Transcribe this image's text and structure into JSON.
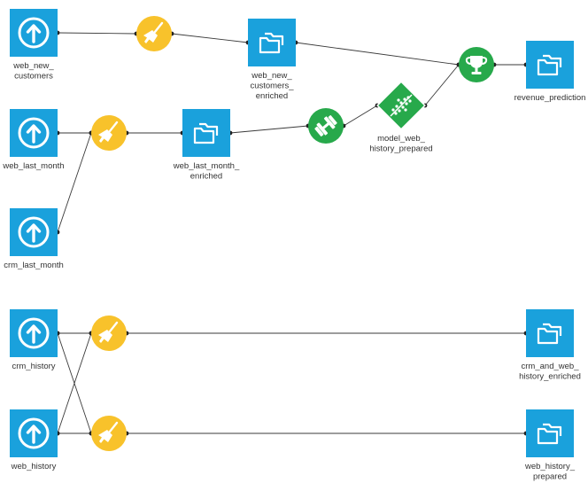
{
  "colors": {
    "dataset": "#1aa1dc",
    "recipe_prepare": "#f8c22b",
    "recipe_ml": "#27a94b",
    "edge": "#3a3a3a",
    "label": "#333333"
  },
  "nodes": {
    "web_new_customers": {
      "type": "upload-dataset",
      "icon": "upload-arrow-icon",
      "label_lines": [
        "web_new_",
        "customers"
      ]
    },
    "prep_new_customers": {
      "type": "prepare-recipe",
      "icon": "broom-icon",
      "label_lines": []
    },
    "web_new_customers_enriched": {
      "type": "managed-dataset",
      "icon": "folder-icon",
      "label_lines": [
        "web_new_",
        "customers_",
        "enriched"
      ]
    },
    "web_last_month": {
      "type": "upload-dataset",
      "icon": "upload-arrow-icon",
      "label_lines": [
        "web_last_month"
      ]
    },
    "crm_last_month": {
      "type": "upload-dataset",
      "icon": "upload-arrow-icon",
      "label_lines": [
        "crm_last_month"
      ]
    },
    "prep_last_month": {
      "type": "prepare-recipe",
      "icon": "broom-icon",
      "label_lines": []
    },
    "web_last_month_enriched": {
      "type": "managed-dataset",
      "icon": "folder-icon",
      "label_lines": [
        "web_last_month_",
        "enriched"
      ]
    },
    "train_recipe": {
      "type": "train-recipe",
      "icon": "dumbbell-icon",
      "label_lines": []
    },
    "model_web_history_prepared": {
      "type": "saved-model",
      "icon": "model-diamond-icon",
      "label_lines": [
        "model_web_",
        "history_prepared"
      ]
    },
    "score_recipe": {
      "type": "score-recipe",
      "icon": "trophy-icon",
      "label_lines": []
    },
    "revenue_prediction": {
      "type": "managed-dataset",
      "icon": "folder-icon",
      "label_lines": [
        "revenue_prediction"
      ]
    },
    "crm_history": {
      "type": "upload-dataset",
      "icon": "upload-arrow-icon",
      "label_lines": [
        "crm_history"
      ]
    },
    "web_history": {
      "type": "upload-dataset",
      "icon": "upload-arrow-icon",
      "label_lines": [
        "web_history"
      ]
    },
    "prep_crm_web": {
      "type": "prepare-recipe",
      "icon": "broom-icon",
      "label_lines": []
    },
    "prep_web_history": {
      "type": "prepare-recipe",
      "icon": "broom-icon",
      "label_lines": []
    },
    "crm_and_web_history_enriched": {
      "type": "managed-dataset",
      "icon": "folder-icon",
      "label_lines": [
        "crm_and_web_",
        "history_enriched"
      ]
    },
    "web_history_prepared": {
      "type": "managed-dataset",
      "icon": "folder-icon",
      "label_lines": [
        "web_history_",
        "prepared"
      ]
    }
  },
  "edges": [
    {
      "from": "web_new_customers",
      "to": "prep_new_customers"
    },
    {
      "from": "prep_new_customers",
      "to": "web_new_customers_enriched"
    },
    {
      "from": "web_new_customers_enriched",
      "to": "score_recipe"
    },
    {
      "from": "web_last_month",
      "to": "prep_last_month"
    },
    {
      "from": "crm_last_month",
      "to": "prep_last_month"
    },
    {
      "from": "prep_last_month",
      "to": "web_last_month_enriched"
    },
    {
      "from": "web_last_month_enriched",
      "to": "train_recipe"
    },
    {
      "from": "train_recipe",
      "to": "model_web_history_prepared"
    },
    {
      "from": "model_web_history_prepared",
      "to": "score_recipe"
    },
    {
      "from": "score_recipe",
      "to": "revenue_prediction"
    },
    {
      "from": "crm_history",
      "to": "prep_crm_web"
    },
    {
      "from": "crm_history",
      "to": "prep_web_history"
    },
    {
      "from": "web_history",
      "to": "prep_crm_web"
    },
    {
      "from": "web_history",
      "to": "prep_web_history"
    },
    {
      "from": "prep_crm_web",
      "to": "crm_and_web_history_enriched"
    },
    {
      "from": "prep_web_history",
      "to": "web_history_prepared"
    }
  ]
}
